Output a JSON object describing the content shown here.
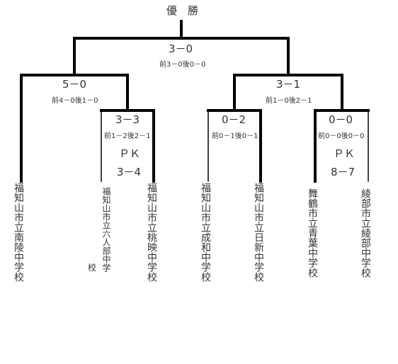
{
  "title": "優　勝",
  "final": {
    "score": "3－0",
    "halves": "前3－0後0－0"
  },
  "semifinals": [
    {
      "score": "5－0",
      "halves": "前4－0後1－0"
    },
    {
      "score": "3－1",
      "halves": "前1－0後2－1"
    }
  ],
  "quarterfinals": [
    {
      "score": "3－3",
      "halves": "前1－2後2－1",
      "pk_label": "ＰＫ",
      "pk_score": "3－4"
    },
    {
      "score": "0－2",
      "halves": "前0－1後0－1"
    },
    {
      "score": "0－0",
      "halves": "前0－0後0－0",
      "pk_label": "ＰＫ",
      "pk_score": "8－7"
    }
  ],
  "teams": [
    {
      "name": "福知山市立南陵中学校"
    },
    {
      "name": "福知山市立六人部中学",
      "overflow_char": "校"
    },
    {
      "name": "福知山市立桃映中学校"
    },
    {
      "name": "福知山市立成和中学校"
    },
    {
      "name": "福知山市立日新中学校"
    },
    {
      "name": "舞鶴市立青葉中学校"
    },
    {
      "name": "綾部市立綾部中学校"
    }
  ],
  "colors": {
    "line": "#000000",
    "text": "#333333",
    "background": "#ffffff"
  }
}
